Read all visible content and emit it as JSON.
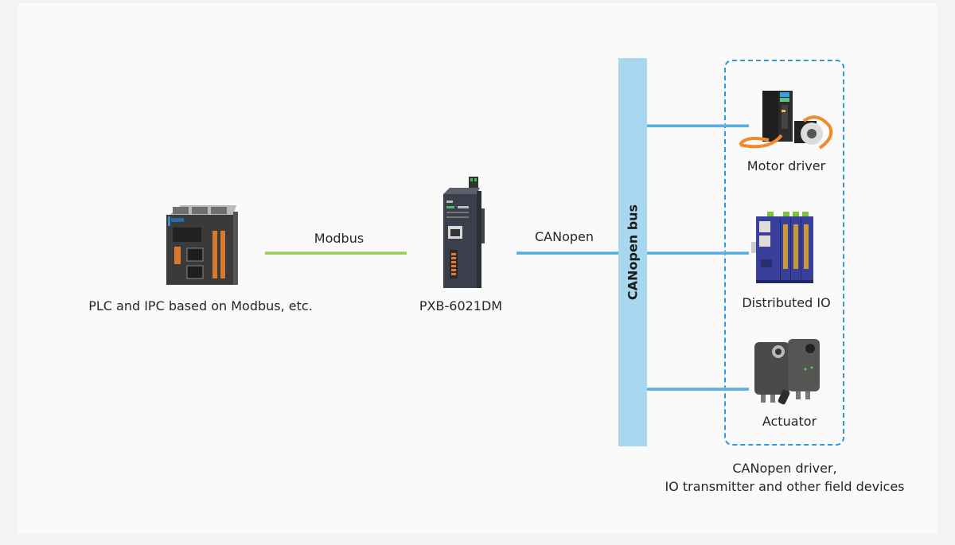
{
  "diagram": {
    "source_device": {
      "label": "PLC and IPC based on Modbus, etc.",
      "icon": "plc-controller-icon"
    },
    "gateway": {
      "label": "PXB-6021DM",
      "icon": "gateway-module-icon"
    },
    "links": {
      "modbus": {
        "label": "Modbus",
        "color": "#9ccc5a"
      },
      "canopen": {
        "label": "CANopen",
        "color": "#5aaee0"
      }
    },
    "bus": {
      "label": "CANopen bus",
      "color": "#a8d8f0"
    },
    "field_devices": [
      {
        "label": "Motor driver",
        "icon": "servo-motor-driver-icon"
      },
      {
        "label": "Distributed IO",
        "icon": "distributed-io-icon"
      },
      {
        "label": "Actuator",
        "icon": "actuator-icon"
      }
    ],
    "group_caption": {
      "line1": "CANopen driver,",
      "line2": "IO transmitter and other field devices"
    },
    "group_border_color": "#2b9ad6"
  }
}
